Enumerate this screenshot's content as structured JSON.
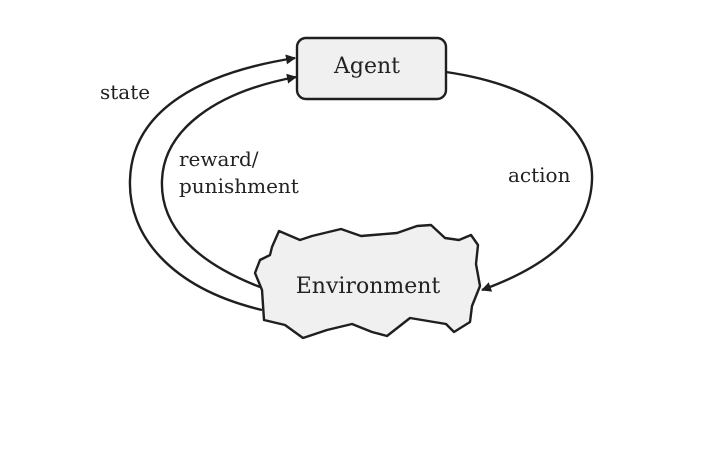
{
  "nodes": {
    "agent": "Agent",
    "environment": "Environment"
  },
  "edges": {
    "state": "state",
    "reward_line1": "reward/",
    "reward_line2": "punishment",
    "action": "action"
  },
  "colors": {
    "node_fill": "#f0f0f0",
    "stroke": "#1f1f1f"
  }
}
